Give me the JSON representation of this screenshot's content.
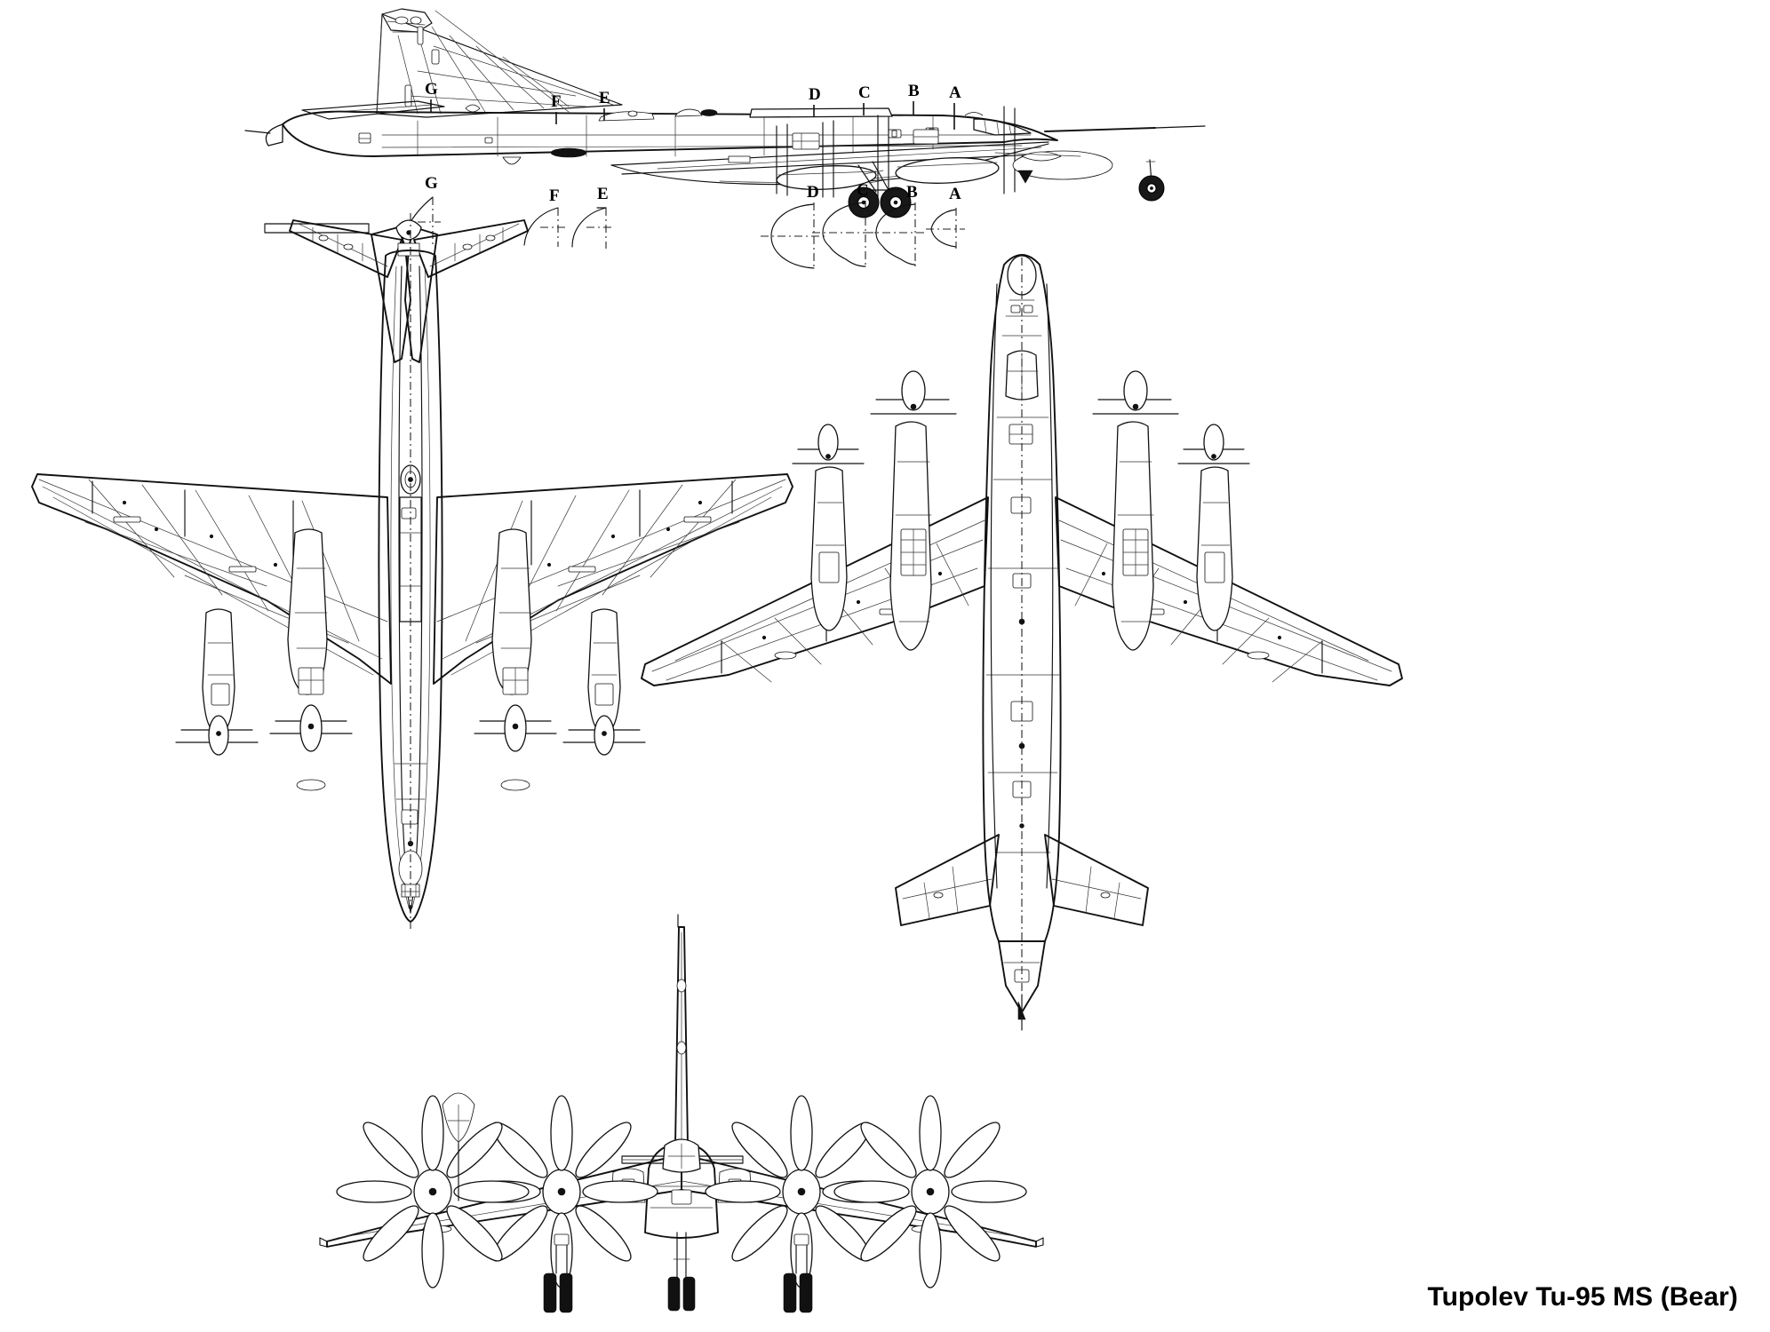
{
  "drawing": {
    "title": "Tupolev Tu-95 MS (Bear)",
    "subject": "Tupolev Tu-95 MS",
    "nato_reporting_name": "Bear",
    "drawing_type": "general arrangement 4-view line drawing",
    "background_color": "#ffffff",
    "line_color": "#111111"
  },
  "views": [
    {
      "id": "side",
      "name": "Side elevation (port profile, nose right)"
    },
    {
      "id": "bottom-plan",
      "name": "Bottom plan view (tail up, nose down)"
    },
    {
      "id": "top-plan",
      "name": "Top plan view (nose up, tail down)"
    },
    {
      "id": "front",
      "name": "Front elevation"
    }
  ],
  "section_labels": {
    "note": "Fuselage cross-section stations, marked on the side elevation and drawn as half-sections below it",
    "items": [
      {
        "id": "A",
        "label": "A",
        "station": "nose / radome",
        "profile": "small teardrop"
      },
      {
        "id": "B",
        "label": "B",
        "station": "forward fuselage, cockpit",
        "profile": "round with lower chin bulge"
      },
      {
        "id": "C",
        "label": "C",
        "station": "forward-centre fuselage",
        "profile": "round with lower bulge"
      },
      {
        "id": "D",
        "label": "D",
        "station": "centre fuselage / wing box",
        "profile": "full circle"
      },
      {
        "id": "E",
        "label": "E",
        "station": "rear fuselage",
        "profile": "circle, slightly tapered"
      },
      {
        "id": "F",
        "label": "F",
        "station": "aft fuselage",
        "profile": "tapering circle"
      },
      {
        "id": "G",
        "label": "G",
        "station": "tail / gunner position",
        "profile": "narrow tapered oval"
      }
    ]
  },
  "callouts_side_view": [
    "G",
    "F",
    "E",
    "D",
    "C",
    "B",
    "A"
  ],
  "callouts_sections_row": [
    "G",
    "F",
    "E",
    "D",
    "C",
    "B",
    "A"
  ],
  "aircraft_features": {
    "engine_count": 4,
    "propeller_type": "contra-rotating, 8 blades per nacelle (4 + 4)",
    "landing_gear": "retractable tricycle, twin nose wheels and four-wheel main bogies",
    "wing": "swept, mid-mounted",
    "tail": "swept vertical fin with tail gun position"
  }
}
